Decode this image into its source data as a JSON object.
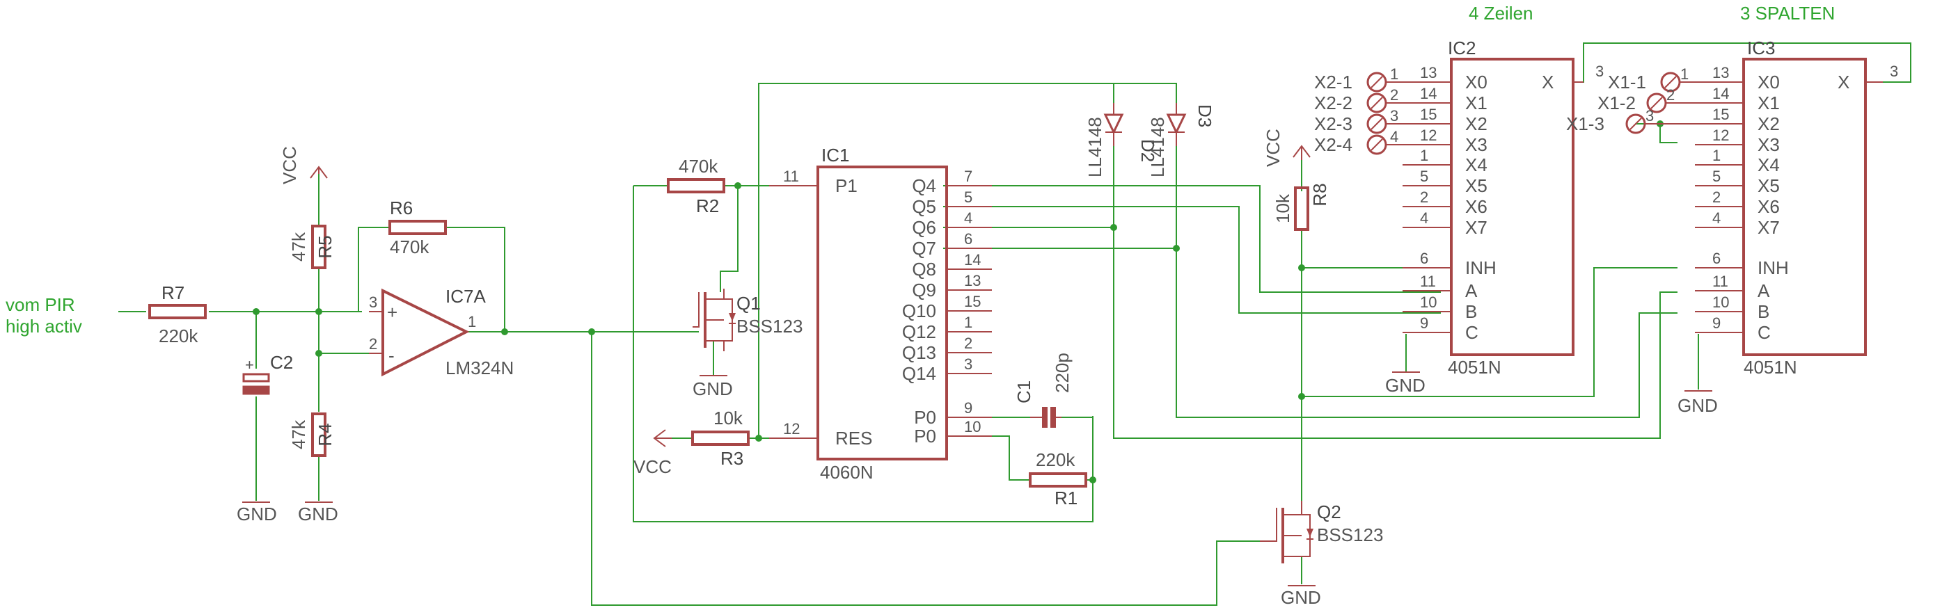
{
  "labels": {
    "input_label_line1": "vom PIR",
    "input_label_line2": "high activ",
    "rows_title": "4 Zeilen",
    "cols_title": "3 SPALTEN"
  },
  "components": {
    "r7": {
      "name": "R7",
      "value": "220k"
    },
    "c2": {
      "name": "C2",
      "polarity": "+"
    },
    "r5": {
      "name": "R5",
      "value": "47k"
    },
    "r4": {
      "name": "R4",
      "value": "47k"
    },
    "r6": {
      "name": "R6",
      "value": "470k"
    },
    "ic7a": {
      "name": "IC7A",
      "part": "LM324N",
      "plus": "+",
      "minus": "-",
      "pin_in_plus": "3",
      "pin_in_minus": "2",
      "pin_out": "1"
    },
    "r2": {
      "name": "R2",
      "value": "470k"
    },
    "q1": {
      "name": "Q1",
      "part": "BSS123"
    },
    "r3": {
      "name": "R3",
      "value": "10k"
    },
    "ic1": {
      "name": "IC1",
      "part": "4060N",
      "left_pins": [
        {
          "label": "P1",
          "num": "11"
        },
        {
          "label": "RES",
          "num": "12"
        }
      ],
      "right_pins": [
        {
          "label": "Q4",
          "num": "7"
        },
        {
          "label": "Q5",
          "num": "5"
        },
        {
          "label": "Q6",
          "num": "4"
        },
        {
          "label": "Q7",
          "num": "6"
        },
        {
          "label": "Q8",
          "num": "14"
        },
        {
          "label": "Q9",
          "num": "13"
        },
        {
          "label": "Q10",
          "num": "15"
        },
        {
          "label": "Q12",
          "num": "1"
        },
        {
          "label": "Q13",
          "num": "2"
        },
        {
          "label": "Q14",
          "num": "3"
        },
        {
          "label": "P0",
          "num": "9"
        },
        {
          "label": "P0",
          "num": "10"
        }
      ]
    },
    "c1": {
      "name": "C1",
      "value": "220p"
    },
    "r1": {
      "name": "R1",
      "value": "220k"
    },
    "d2": {
      "name": "D2",
      "part": "LL4148"
    },
    "d3": {
      "name": "D3",
      "part": "LL4148"
    },
    "r8": {
      "name": "R8",
      "value": "10k"
    },
    "q2": {
      "name": "Q2",
      "part": "BSS123"
    },
    "ic2": {
      "name": "IC2",
      "part": "4051N",
      "left_pins": [
        {
          "label": "X0",
          "num": "13"
        },
        {
          "label": "X1",
          "num": "14"
        },
        {
          "label": "X2",
          "num": "15"
        },
        {
          "label": "X3",
          "num": "12"
        },
        {
          "label": "X4",
          "num": "1"
        },
        {
          "label": "X5",
          "num": "5"
        },
        {
          "label": "X6",
          "num": "2"
        },
        {
          "label": "X7",
          "num": "4"
        },
        {
          "label": "INH",
          "num": "6"
        },
        {
          "label": "A",
          "num": "11"
        },
        {
          "label": "B",
          "num": "10"
        },
        {
          "label": "C",
          "num": "9"
        }
      ],
      "right_pin": {
        "label": "X",
        "num": "3"
      }
    },
    "ic3": {
      "name": "IC3",
      "part": "4051N",
      "left_pins": [
        {
          "label": "X0",
          "num": "13"
        },
        {
          "label": "X1",
          "num": "14"
        },
        {
          "label": "X2",
          "num": "15"
        },
        {
          "label": "X3",
          "num": "12"
        },
        {
          "label": "X4",
          "num": "1"
        },
        {
          "label": "X5",
          "num": "5"
        },
        {
          "label": "X6",
          "num": "2"
        },
        {
          "label": "X7",
          "num": "4"
        },
        {
          "label": "INH",
          "num": "6"
        },
        {
          "label": "A",
          "num": "11"
        },
        {
          "label": "B",
          "num": "10"
        },
        {
          "label": "C",
          "num": "9"
        }
      ],
      "right_pin": {
        "label": "X",
        "num": "3"
      }
    }
  },
  "connectors": {
    "x2": [
      {
        "label": "X2-1",
        "pin": "1"
      },
      {
        "label": "X2-2",
        "pin": "2"
      },
      {
        "label": "X2-3",
        "pin": "3"
      },
      {
        "label": "X2-4",
        "pin": "4"
      }
    ],
    "x1": [
      {
        "label": "X1-1",
        "pin": "1"
      },
      {
        "label": "X1-2",
        "pin": "2"
      },
      {
        "label": "X1-3",
        "pin": "3"
      }
    ]
  },
  "supplies": {
    "vcc": "VCC",
    "gnd": "GND"
  },
  "colors": {
    "component": "#a74646",
    "wire": "#2f9a2f",
    "text": "#555555",
    "note": "#2fa52f",
    "background": "#ffffff"
  }
}
